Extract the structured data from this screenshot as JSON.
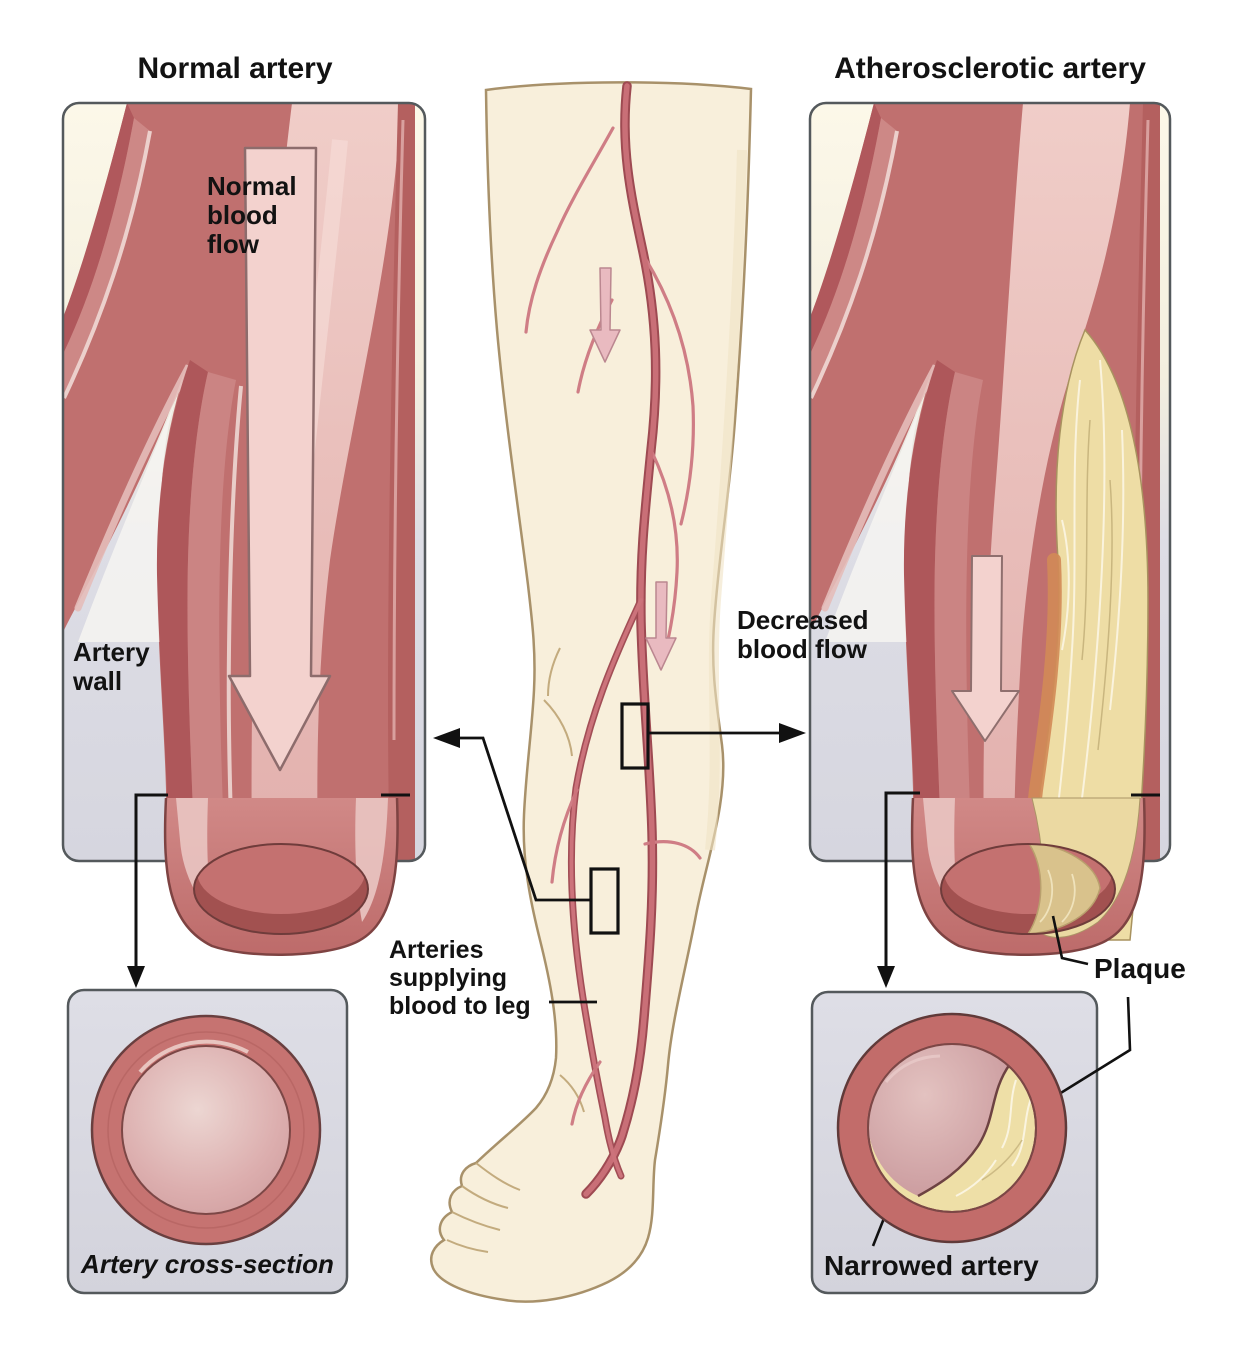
{
  "titles": {
    "left": "Normal artery",
    "right": "Atherosclerotic artery"
  },
  "labels": {
    "normal_blood_flow": "Normal blood flow",
    "artery_wall": "Artery wall",
    "decreased_blood_flow": "Decreased blood flow",
    "arteries_supplying": "Arteries supplying blood to leg",
    "artery_cross_section": "Artery cross-section",
    "narrowed_artery": "Narrowed artery",
    "plaque": "Plaque"
  },
  "colors": {
    "artery_wall_red": "#b0585c",
    "artery_mid_red": "#c0706f",
    "artery_lumen_pink": "#ecc5c1",
    "flow_arrow_pink": "#f3d2ce",
    "plaque_yellow": "#eedda5",
    "plaque_orange": "#d28a57",
    "panel_lavender": "#d8d8e1",
    "panel_cream": "#fbf7e8",
    "skin": "#f8efdb",
    "skin_outline": "#a8916a",
    "line_black": "#111111"
  }
}
